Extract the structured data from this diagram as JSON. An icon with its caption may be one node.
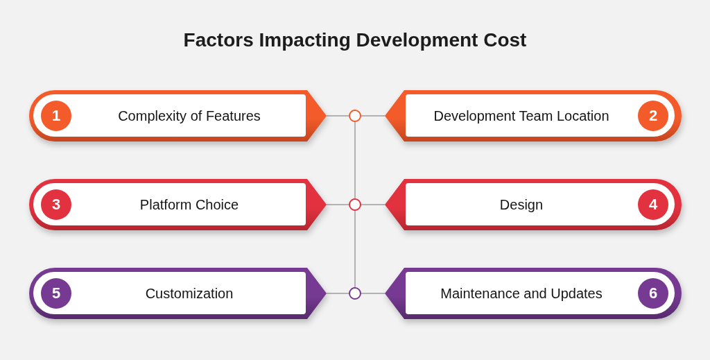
{
  "diagram": {
    "title": "Factors Impacting Development Cost",
    "nodes": [
      {
        "text": [
          "Complexity of Features"
        ]
      },
      {
        "text": [
          "1"
        ],
        "in": 0
      },
      {
        "text": [
          "Development Team Location"
        ]
      },
      {
        "text": [
          "2"
        ],
        "in": 2
      },
      {
        "text": [
          "Platform Choice"
        ]
      },
      {
        "text": [
          "3"
        ],
        "in": 4
      },
      {
        "text": [
          "Design"
        ]
      },
      {
        "text": [
          "4"
        ],
        "in": 6
      },
      {
        "text": [
          "Customization"
        ]
      },
      {
        "text": [
          "5"
        ],
        "in": 8
      },
      {
        "text": [
          "Maintenance and Updates"
        ]
      },
      {
        "text": [
          "6"
        ],
        "in": 10
      },
      {
        "text": [],
        "shape": "circle"
      },
      {
        "text": [],
        "shape": "circle"
      },
      {
        "text": [],
        "shape": "circle"
      }
    ],
    "edges": [
      {
        "from": 0,
        "to": 12,
        "arrow": "none"
      },
      {
        "from": 12,
        "to": 2,
        "arrow": "none"
      },
      {
        "from": 4,
        "to": 13,
        "arrow": "none"
      },
      {
        "from": 13,
        "to": 6,
        "arrow": "none"
      },
      {
        "from": 8,
        "to": 14,
        "arrow": "none"
      },
      {
        "from": 14,
        "to": 10,
        "arrow": "none"
      },
      {
        "from": 12,
        "to": 13,
        "arrow": "none"
      },
      {
        "from": 13,
        "to": 14,
        "arrow": "none"
      }
    ]
  }
}
